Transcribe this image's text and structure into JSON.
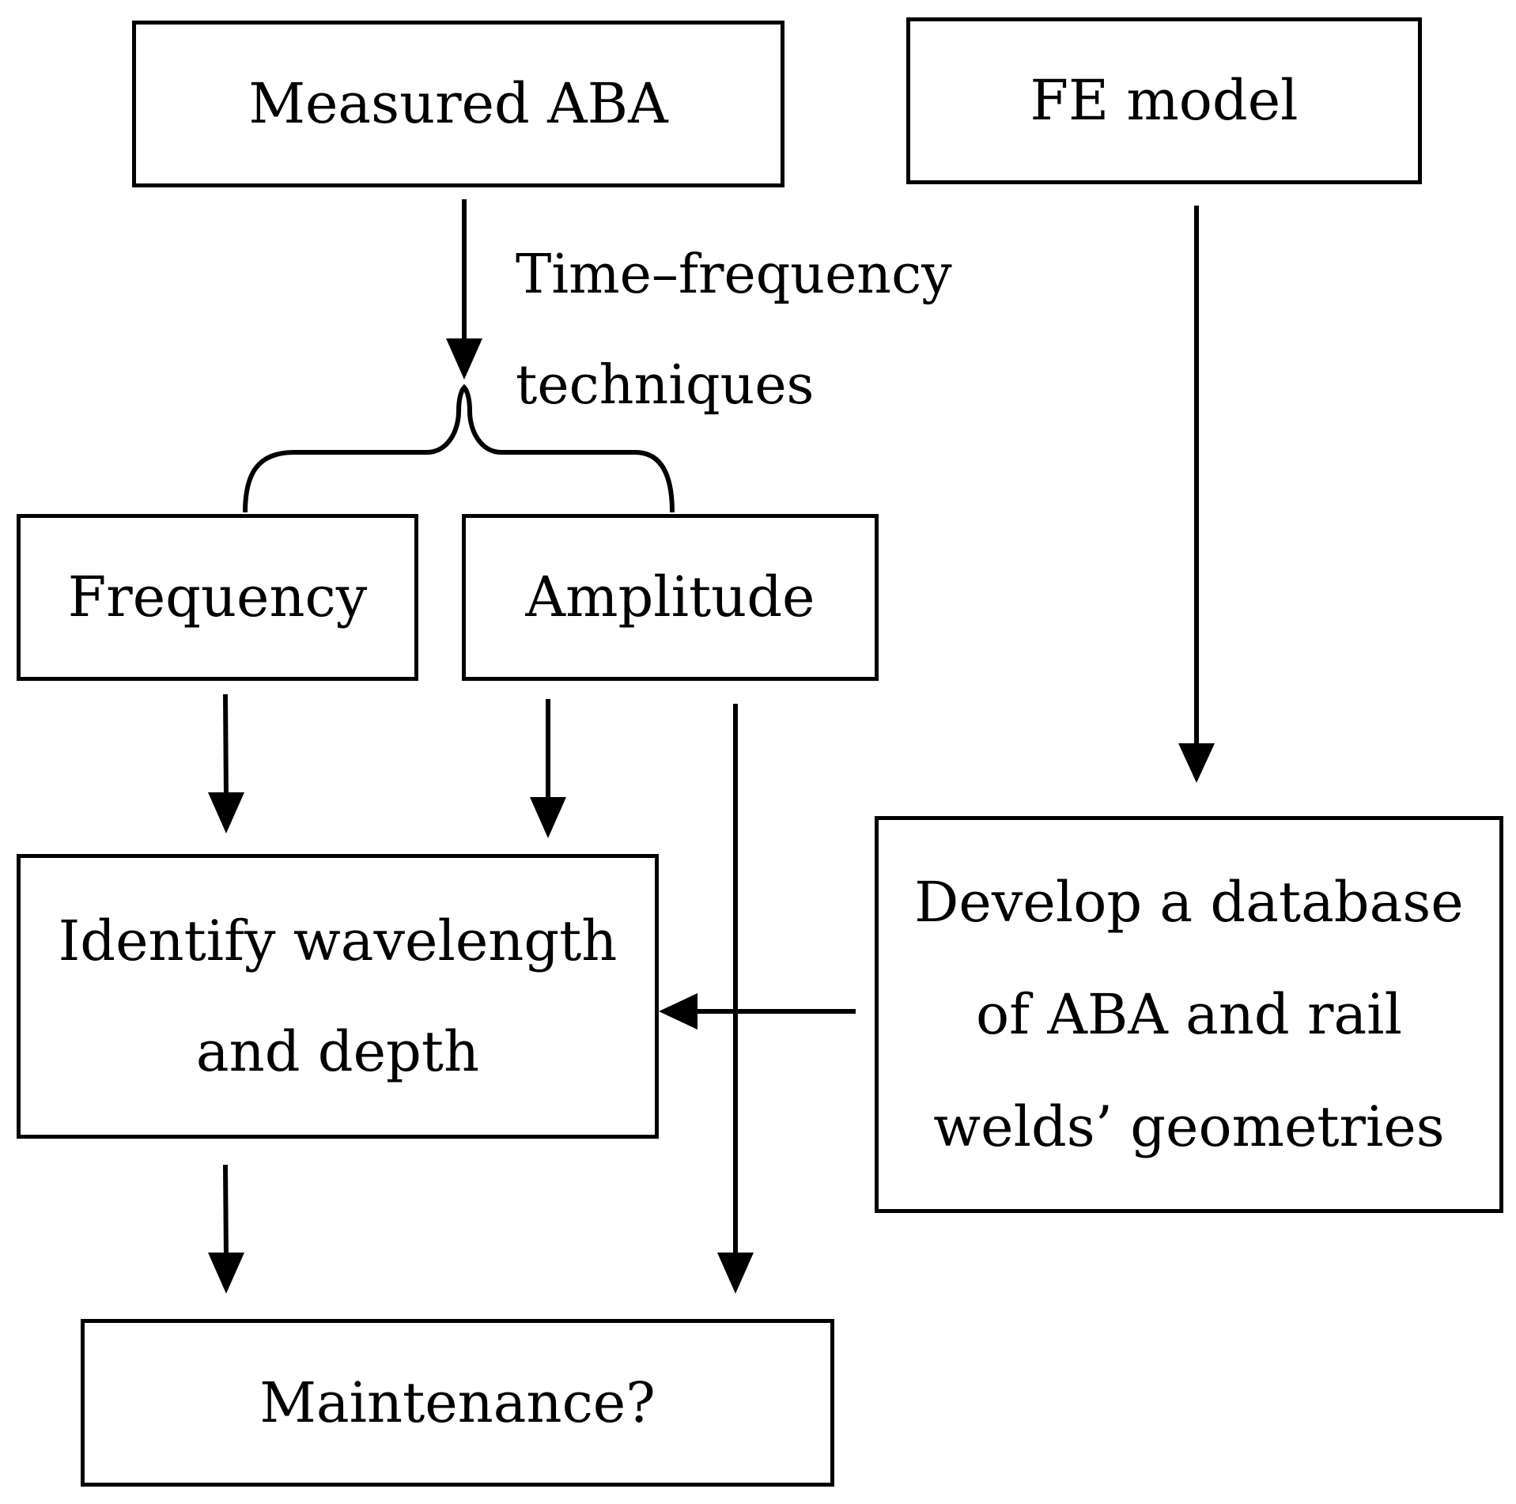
{
  "diagram": {
    "nodes": {
      "measured_aba": {
        "lines": [
          "Measured ABA"
        ]
      },
      "fe_model": {
        "lines": [
          "FE model"
        ]
      },
      "frequency": {
        "lines": [
          "Frequency"
        ]
      },
      "amplitude": {
        "lines": [
          "Amplitude"
        ]
      },
      "identify": {
        "lines": [
          "Identify wavelength",
          "and depth"
        ]
      },
      "database": {
        "lines": [
          "Develop a database",
          "of ABA and rail",
          "welds’ geometries"
        ]
      },
      "maintenance": {
        "lines": [
          "Maintenance?"
        ]
      }
    },
    "edge_labels": {
      "time_frequency": {
        "lines": [
          "Time–frequency",
          "techniques"
        ]
      }
    },
    "edges": [
      {
        "from": "measured_aba",
        "to": "brace",
        "label": "time_frequency"
      },
      {
        "from": "brace",
        "to": "frequency"
      },
      {
        "from": "brace",
        "to": "amplitude"
      },
      {
        "from": "frequency",
        "to": "identify"
      },
      {
        "from": "amplitude",
        "to": "identify"
      },
      {
        "from": "amplitude",
        "to": "maintenance"
      },
      {
        "from": "fe_model",
        "to": "database"
      },
      {
        "from": "database",
        "to": "identify"
      },
      {
        "from": "identify",
        "to": "maintenance"
      }
    ]
  }
}
